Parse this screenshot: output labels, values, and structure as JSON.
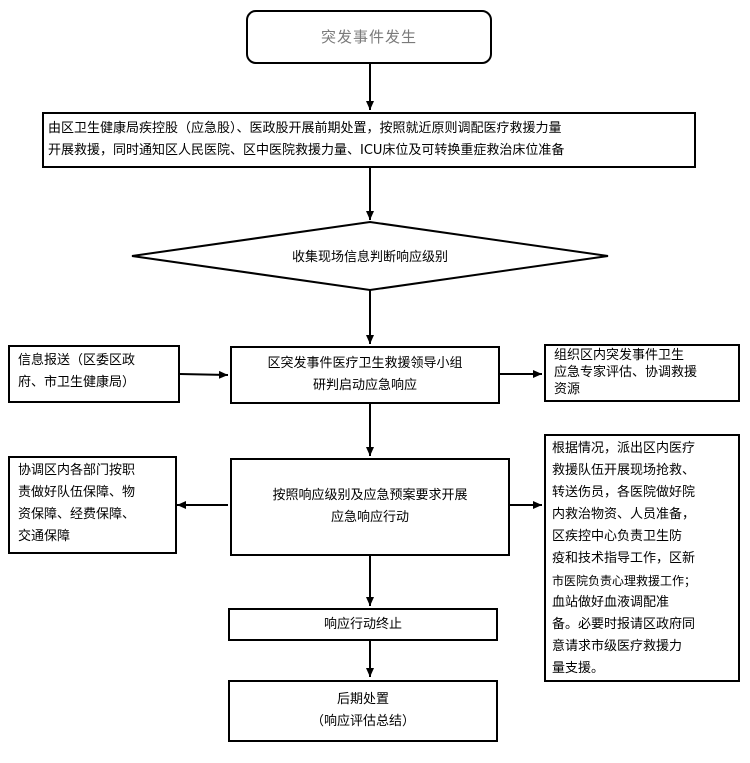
{
  "start": "突发事件发生",
  "initial_response": {
    "line1": "由区卫生健康局疾控股（应急股）、医政股开展前期处置，按照就近原则调配医疗救援力量",
    "line2": "开展救援，同时通知区人民医院、区中医院救援力量、ICU床位及可转换重症救治床位准备"
  },
  "decision": "收集现场信息判断响应级别",
  "leadership": {
    "line1": "区突发事件医疗卫生救援领导小组",
    "line2": "研判启动应急响应"
  },
  "report": {
    "line1": "信息报送（区委区政",
    "line2": "府、市卫生健康局）"
  },
  "experts": {
    "line1": "组织区内突发事件卫生",
    "line2": "应急专家评估、协调救援",
    "line3": "资源"
  },
  "action": {
    "line1": "按照响应级别及应急预案要求开展",
    "line2": "应急响应行动"
  },
  "coordinate": {
    "line1": "协调区内各部门按职",
    "line2": "责做好队伍保障、物",
    "line3": "资保障、经费保障、",
    "line4": "交通保障"
  },
  "dispatch": {
    "line1": "根据情况，派出区内医疗",
    "line2": "救援队伍开展现场抢救、",
    "line3": "转送伤员，各医院做好院",
    "line4": "内救治物资、人员准备，",
    "line5": "区疾控中心负责卫生防",
    "line6": "疫和技术指导工作，区新",
    "line7": "市医院负责心理救援工作；",
    "line8": "血站做好血液调配准",
    "line9": "备。必要时报请区政府同",
    "line10": "意请求市级医疗救援力",
    "line11": "量支援。"
  },
  "end": "响应行动终止",
  "aftermath": {
    "line1": "后期处置",
    "line2": "（响应评估总结）"
  }
}
